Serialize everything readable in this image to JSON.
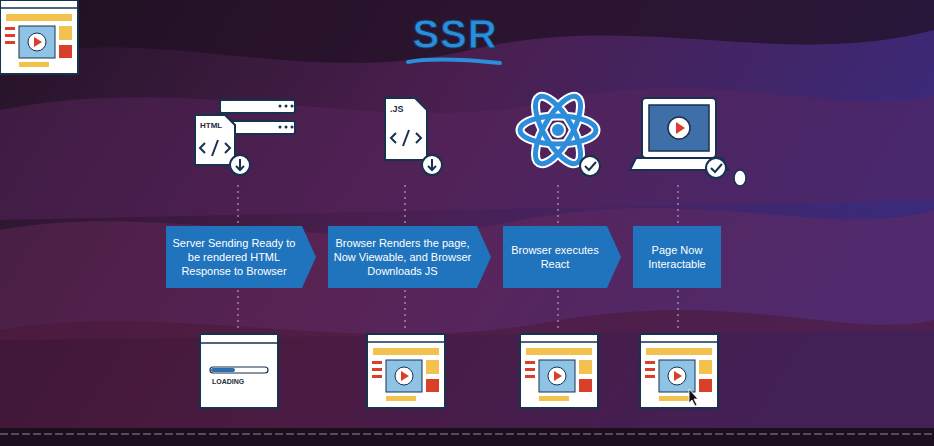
{
  "diagram": {
    "title": "SSR",
    "nodes": [
      {
        "text": [
          "Server Sending Ready to be rendered HTML Response to Browser"
        ]
      },
      {
        "text": [
          "Browser Renders the page, Now Viewable, and Browser Downloads JS"
        ]
      },
      {
        "text": [
          "Browser executes React"
        ]
      },
      {
        "text": [
          "Page Now Interactable"
        ]
      }
    ],
    "labels": [
      "HTML",
      ".JS",
      "LOADING"
    ]
  }
}
